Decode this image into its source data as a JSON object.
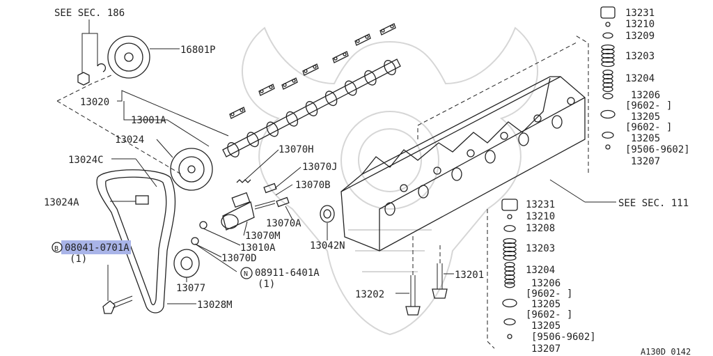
{
  "labels": {
    "see_sec_186": "SEE SEC. 186",
    "l_16801P": "16801P",
    "l_13020": "13020",
    "l_13001A": "13001A",
    "l_13024": "13024",
    "l_13024C": "13024C",
    "l_13024A": "13024A",
    "bolt_circle": "B",
    "l_08041": "08041-0701A",
    "qty_1a": "(1)",
    "l_13077": "13077",
    "l_13028M": "13028M",
    "l_13070H": "13070H",
    "l_13070J": "13070J",
    "l_13070B": "13070B",
    "l_13070A": "13070A",
    "l_13070M": "13070M",
    "l_13010A": "13010A",
    "l_13070D": "13070D",
    "nut_circle": "N",
    "l_08911": "08911-6401A",
    "qty_1b": "(1)",
    "l_13042N": "13042N",
    "l_13202": "13202",
    "l_13201": "13201",
    "see_sec_111": "SEE SEC. 111",
    "r_13231": "13231",
    "r_13210": "13210",
    "r_13209": "13209",
    "r_13203": "13203",
    "r_13204": "13204",
    "r_13206": "13206",
    "r_9602a": "[9602-      ]",
    "r_13205": "13205",
    "r_9602b": "[9602-      ]",
    "r_13205b": "13205",
    "r_9506": "[9506-9602]",
    "r_13207": "13207",
    "b_13231": "13231",
    "b_13210": "13210",
    "b_13208": "13208",
    "b_13203": "13203",
    "b_13204": "13204",
    "b_13206": "13206",
    "b_9602a": "[9602-      ]",
    "b_13205": "13205",
    "b_9602b": "[9602-      ]",
    "b_13205b": "13205",
    "b_9506": "[9506-9602]",
    "b_13207": "13207",
    "figure_code": "A130D 0142"
  },
  "colors": {
    "line": "#222222",
    "highlight": "#a9b4e8",
    "watermark": "#d6d6d6"
  }
}
